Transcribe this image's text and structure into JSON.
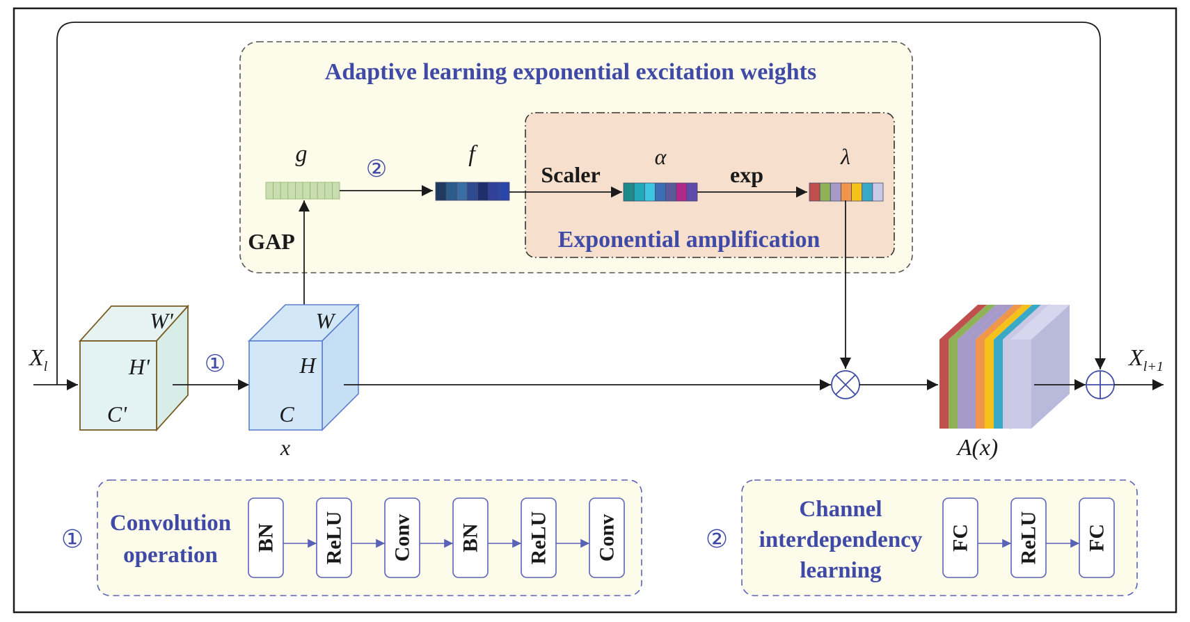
{
  "adaptive_box": {
    "title": "Adaptive learning exponential excitation weights"
  },
  "exp_box": {
    "title": "Exponential amplification"
  },
  "vectors": {
    "g": {
      "label": "g",
      "colors": [
        "#c9deb0",
        "#c9deb0",
        "#c9deb0",
        "#c9deb0",
        "#c9deb0",
        "#c9deb0",
        "#c9deb0",
        "#c9deb0",
        "#c9deb0",
        "#c9deb0"
      ]
    },
    "f": {
      "label": "f",
      "colors": [
        "#1e3a5f",
        "#2b5c8a",
        "#3a6ea5",
        "#2f4b8f",
        "#1f2f6e",
        "#31409a",
        "#2a46a8"
      ]
    },
    "alpha": {
      "label": "α",
      "colors": [
        "#1f8a8a",
        "#22a8b8",
        "#3cc4e0",
        "#3b6fb5",
        "#5a5a9a",
        "#b0288a",
        "#5e4aa8"
      ]
    },
    "lambda": {
      "label": "λ",
      "colors": [
        "#c0504d",
        "#8fb158",
        "#a59ac8",
        "#f0964a",
        "#f5c21c",
        "#39a9c5",
        "#c9c9e6"
      ]
    }
  },
  "arrow_labels": {
    "circled_two": "②",
    "scaler": "Scaler",
    "exp": "exp",
    "gap": "GAP",
    "circled_one": "①"
  },
  "input": {
    "label": "X",
    "subscript": "l"
  },
  "output": {
    "label": "X",
    "subscript": "l+1"
  },
  "cube_prime": {
    "w": "W'",
    "h": "H'",
    "c": "C'"
  },
  "cube_x": {
    "w": "W",
    "h": "H",
    "c": "C",
    "caption": "x"
  },
  "stack": {
    "caption": "A(x)",
    "colors": [
      "#c0504d",
      "#8fb158",
      "#a59ac8",
      "#a59ac8",
      "#f0964a",
      "#f5c21c",
      "#39a9c5",
      "#c9c9e6"
    ]
  },
  "conv_legend": {
    "number": "①",
    "title_line1": "Convolution",
    "title_line2": "operation",
    "blocks": [
      "BN",
      "ReLU",
      "Conv",
      "BN",
      "ReLU",
      "Conv"
    ]
  },
  "channel_legend": {
    "number": "②",
    "title_line1": "Channel",
    "title_line2": "interdependency",
    "title_line3": "learning",
    "blocks": [
      "FC",
      "ReLU",
      "FC"
    ]
  }
}
